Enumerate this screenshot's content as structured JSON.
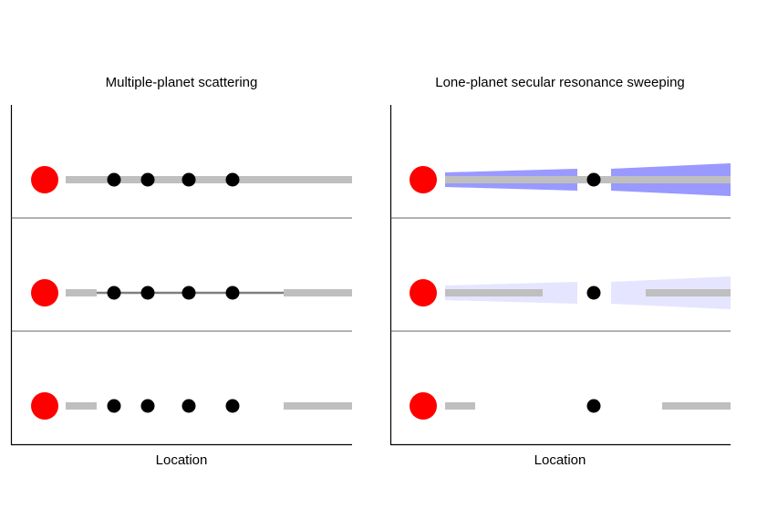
{
  "panels": [
    {
      "id": "scattering",
      "title": "Multiple-planet scattering",
      "xlabel": "Location",
      "rows": [
        {
          "stage": 1,
          "disk": "full",
          "planets": 4
        },
        {
          "stage": 2,
          "disk": "gapped-with-thin-line",
          "planets": 4
        },
        {
          "stage": 3,
          "disk": "gapped",
          "planets": 4
        }
      ]
    },
    {
      "id": "sweeping",
      "title": "Lone-planet secular resonance sweeping",
      "xlabel": "Location",
      "rows": [
        {
          "stage": 1,
          "disk": "full-with-strong-resonance-wedges",
          "planets": 1
        },
        {
          "stage": 2,
          "disk": "partial-with-faint-resonance-wedges",
          "planets": 1
        },
        {
          "stage": 3,
          "disk": "remnant",
          "planets": 1
        }
      ]
    }
  ],
  "colors": {
    "star": "#ff0000",
    "planet": "#000000",
    "disk": "#bfbfbf",
    "thin_disk": "#7f7f7f",
    "resonance_strong": "#9999ff",
    "resonance_faint": "#e5e5ff",
    "axis": "#000000",
    "divider": "#333333"
  },
  "icons": {
    "star": "red-circle",
    "planet": "black-circle"
  }
}
